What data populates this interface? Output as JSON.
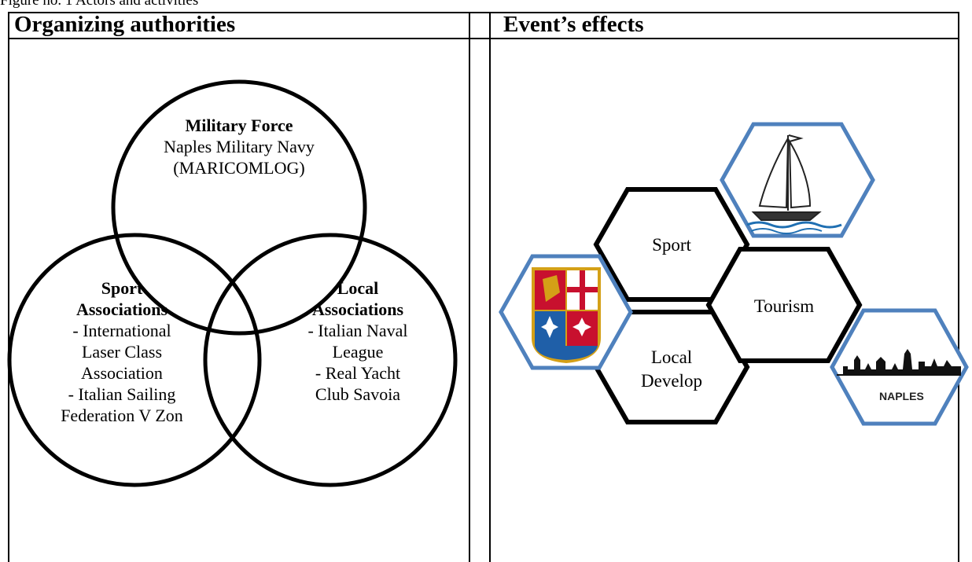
{
  "caption": "Figure no. 1 Actors and activities",
  "headers": {
    "left": "Organizing authorities",
    "right": "Event’s effects"
  },
  "venn": {
    "top": {
      "title": "Military Force",
      "lines": [
        "Naples Military Navy",
        "(MARICOMLOG)"
      ]
    },
    "left": {
      "title": [
        "Sport",
        "Associations"
      ],
      "lines": [
        "- International",
        "Laser Class",
        "Association",
        "- Italian Sailing",
        "Federation V Zon"
      ]
    },
    "right": {
      "title": [
        "Local",
        "Associations"
      ],
      "lines": [
        "- Italian Naval",
        "League",
        "- Real Yacht",
        "Club Savoia"
      ]
    }
  },
  "hexagons": {
    "sport": "Sport",
    "tourism": "Tourism",
    "local": [
      "Local",
      "Develop"
    ],
    "naples_label": "NAPLES"
  },
  "colors": {
    "hex_border_black": "#000000",
    "hex_border_blue": "#4f81bd",
    "shield_red": "#c8102e",
    "shield_blue": "#1f5fa8",
    "shield_gold": "#d4a017",
    "wave_blue": "#1f6fb2"
  }
}
